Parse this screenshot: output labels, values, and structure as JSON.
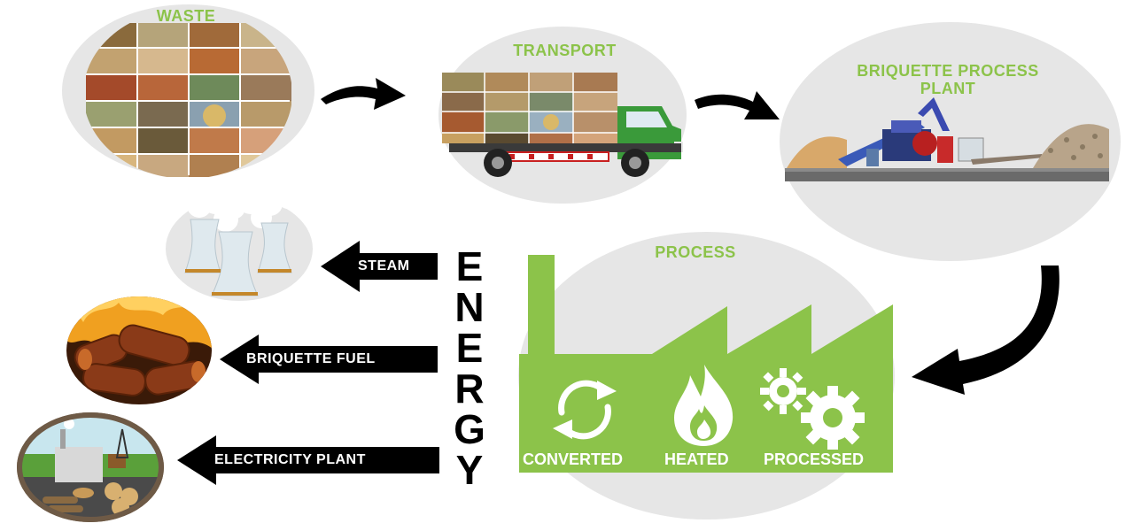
{
  "stages": {
    "waste": {
      "title": "WASTE"
    },
    "transport": {
      "title": "TRANSPORT"
    },
    "plant": {
      "title_line1": "BRIQUETTE PROCESS",
      "title_line2": "PLANT"
    },
    "process": {
      "title": "PROCESS"
    }
  },
  "factory_steps": [
    {
      "label": "CONVERTED",
      "icon": "recycle-icon"
    },
    {
      "label": "HEATED",
      "icon": "flame-icon"
    },
    {
      "label": "PROCESSED",
      "icon": "gears-icon"
    }
  ],
  "energy": {
    "letters": [
      "E",
      "N",
      "E",
      "R",
      "G",
      "Y"
    ]
  },
  "outputs": [
    {
      "label": "STEAM",
      "icon": "cooling-tower-icon"
    },
    {
      "label": "BRIQUETTE FUEL",
      "icon": "burning-briquettes-icon"
    },
    {
      "label": "ELECTRICITY PLANT",
      "icon": "power-plant-icon"
    }
  ],
  "colors": {
    "accent_green": "#8cc34a",
    "circle_bg": "#e6e6e6",
    "arrow": "#000000"
  }
}
